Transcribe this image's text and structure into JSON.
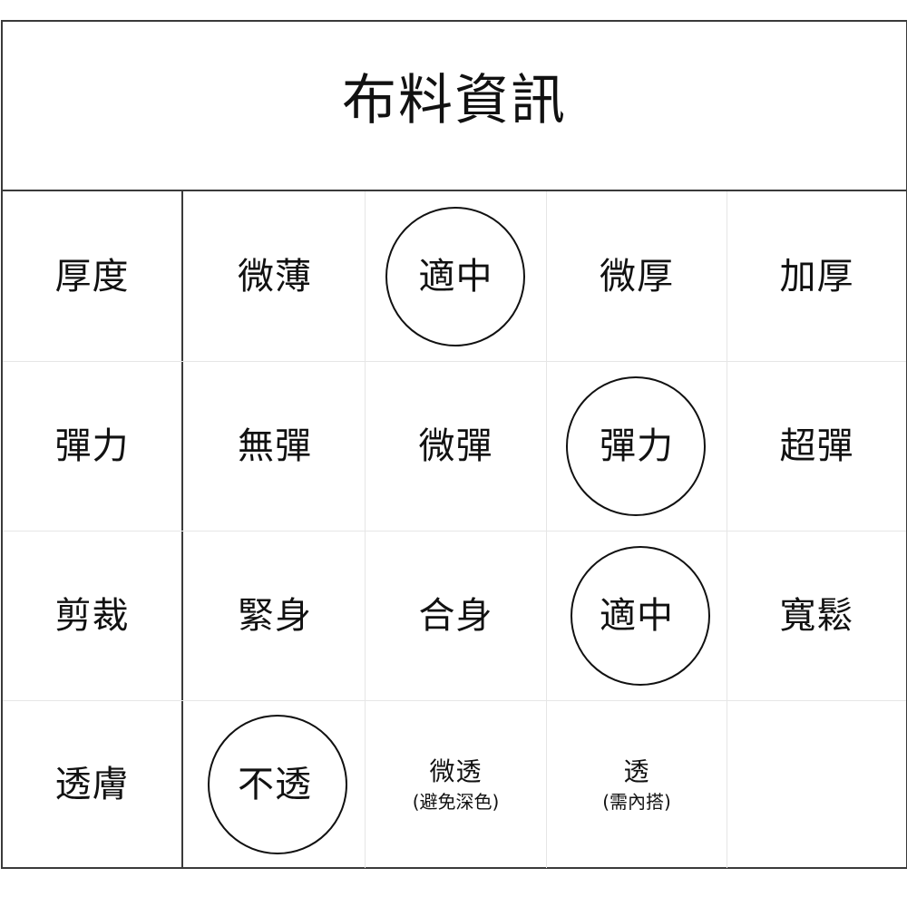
{
  "title": "布料資訊",
  "rows": [
    {
      "label": "厚度",
      "options": [
        {
          "text": "微薄",
          "selected": false
        },
        {
          "text": "適中",
          "selected": true
        },
        {
          "text": "微厚",
          "selected": false
        },
        {
          "text": "加厚",
          "selected": false
        }
      ]
    },
    {
      "label": "彈力",
      "options": [
        {
          "text": "無彈",
          "selected": false
        },
        {
          "text": "微彈",
          "selected": false
        },
        {
          "text": "彈力",
          "selected": true
        },
        {
          "text": "超彈",
          "selected": false
        }
      ]
    },
    {
      "label": "剪裁",
      "options": [
        {
          "text": "緊身",
          "selected": false
        },
        {
          "text": "合身",
          "selected": false
        },
        {
          "text": "適中",
          "selected": true
        },
        {
          "text": "寬鬆",
          "selected": false
        }
      ]
    },
    {
      "label": "透膚",
      "options": [
        {
          "text": "不透",
          "selected": true
        },
        {
          "text": "微透",
          "note": "(避免深色)",
          "selected": false
        },
        {
          "text": "透",
          "note": "(需內搭)",
          "selected": false
        },
        {
          "text": "",
          "selected": false
        }
      ]
    }
  ],
  "colors": {
    "outer_border": "#3a3a3a",
    "inner_divider": "#e6e6e6",
    "text": "#111111",
    "circle_stroke": "#111111",
    "background": "#ffffff"
  }
}
